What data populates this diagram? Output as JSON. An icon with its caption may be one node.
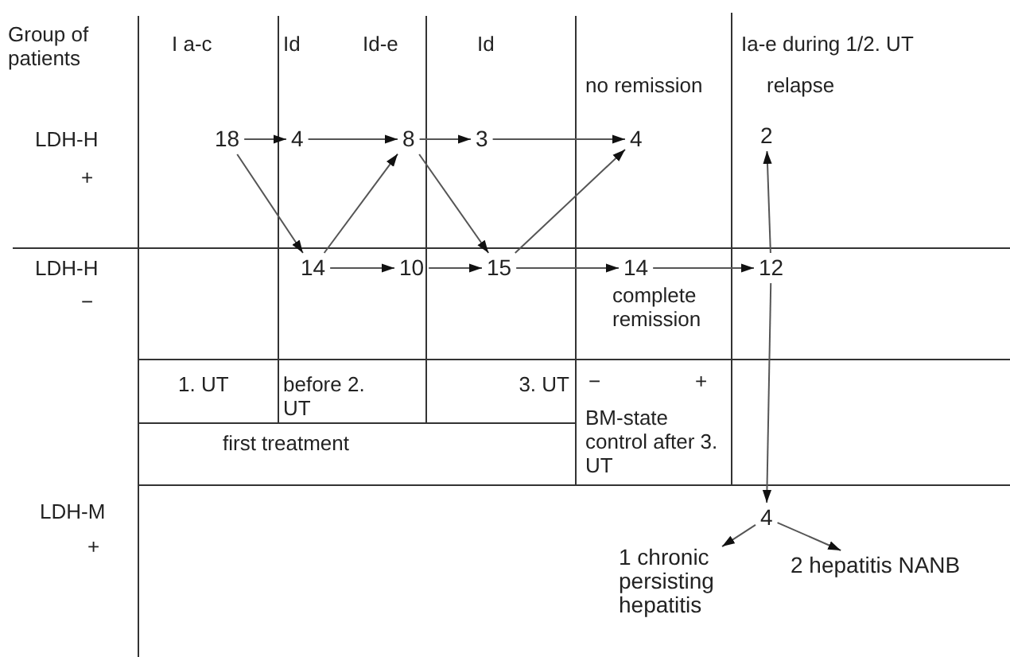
{
  "diagram": {
    "nodes": [
      {
        "text": [
          "18"
        ]
      },
      {
        "text": [
          "4"
        ]
      },
      {
        "text": [
          "8"
        ]
      },
      {
        "text": [
          "3"
        ]
      },
      {
        "text": [
          "4"
        ]
      },
      {
        "text": [
          "2"
        ]
      },
      {
        "text": [
          "14"
        ]
      },
      {
        "text": [
          "10"
        ]
      },
      {
        "text": [
          "15"
        ]
      },
      {
        "text": [
          "14"
        ],
        "beside": [
          "complete remission"
        ]
      },
      {
        "text": [
          "12"
        ]
      },
      {
        "text": [
          "4"
        ]
      },
      {
        "text": [
          "1 chronic persisting hepatitis"
        ]
      },
      {
        "text": [
          "2 hepatitis NANB"
        ]
      }
    ],
    "edges": [
      {
        "from": 0,
        "to": 1,
        "arrow": "to"
      },
      {
        "from": 0,
        "to": 6,
        "arrow": "to"
      },
      {
        "from": 1,
        "to": 2,
        "arrow": "to"
      },
      {
        "from": 6,
        "to": 2,
        "arrow": "to"
      },
      {
        "from": 6,
        "to": 7,
        "arrow": "to"
      },
      {
        "from": 2,
        "to": 3,
        "arrow": "to"
      },
      {
        "from": 2,
        "to": 8,
        "arrow": "to"
      },
      {
        "from": 7,
        "to": 8,
        "arrow": "to"
      },
      {
        "from": 3,
        "to": 4,
        "arrow": "to"
      },
      {
        "from": 8,
        "to": 4,
        "arrow": "to"
      },
      {
        "from": 8,
        "to": 9,
        "arrow": "to"
      },
      {
        "from": 9,
        "to": 10,
        "arrow": "to"
      },
      {
        "from": 10,
        "to": 5,
        "arrow": "to"
      },
      {
        "from": 10,
        "to": 11,
        "arrow": "to"
      },
      {
        "from": 11,
        "to": 12,
        "arrow": "to"
      },
      {
        "from": 11,
        "to": 13,
        "arrow": "to"
      }
    ],
    "labels": [
      "Group of patients",
      "I a-c",
      "Id",
      "Id-e",
      "Id",
      "Ia-e during 1/2. UT",
      "no remission",
      "relapse",
      "LDH-H",
      "+",
      "LDH-H",
      "−",
      "1. UT",
      "before 2. UT",
      "3. UT",
      "−",
      "+",
      "first treatment",
      "BM-state control after 3. UT",
      "LDH-M",
      "+"
    ]
  }
}
